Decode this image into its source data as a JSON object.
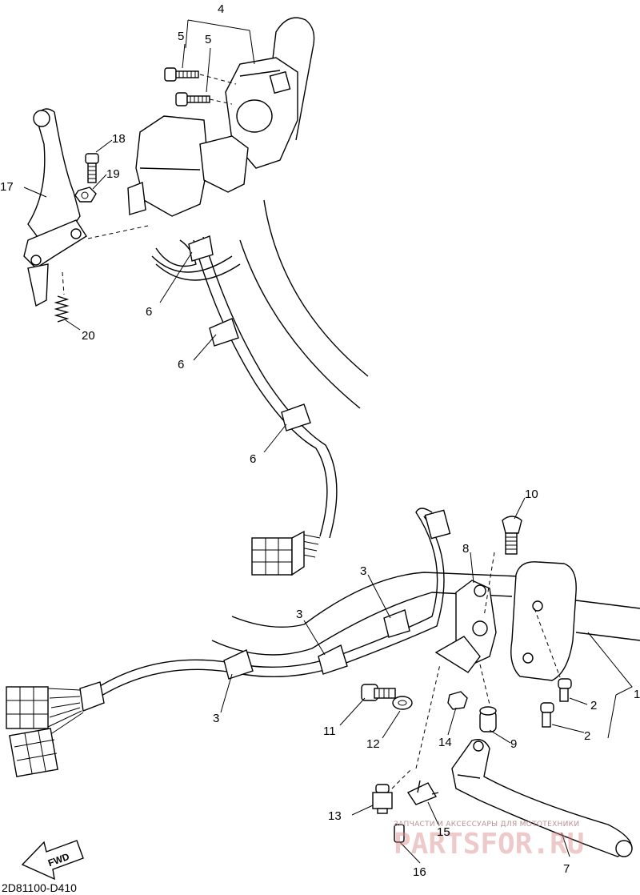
{
  "diagram": {
    "drawing_code": "2D81100-D410",
    "direction_arrow": "FWD",
    "callouts": [
      {
        "id": "c4",
        "text": "4"
      },
      {
        "id": "c5a",
        "text": "5"
      },
      {
        "id": "c5b",
        "text": "5"
      },
      {
        "id": "c18",
        "text": "18"
      },
      {
        "id": "c19",
        "text": "19"
      },
      {
        "id": "c17",
        "text": "17"
      },
      {
        "id": "c20",
        "text": "20"
      },
      {
        "id": "c6a",
        "text": "6"
      },
      {
        "id": "c6b",
        "text": "6"
      },
      {
        "id": "c6c",
        "text": "6"
      },
      {
        "id": "c10",
        "text": "10"
      },
      {
        "id": "c8",
        "text": "8"
      },
      {
        "id": "c3a",
        "text": "3"
      },
      {
        "id": "c3b",
        "text": "3"
      },
      {
        "id": "c3c",
        "text": "3"
      },
      {
        "id": "c1",
        "text": "1"
      },
      {
        "id": "c2a",
        "text": "2"
      },
      {
        "id": "c2b",
        "text": "2"
      },
      {
        "id": "c11",
        "text": "11"
      },
      {
        "id": "c12",
        "text": "12"
      },
      {
        "id": "c14",
        "text": "14"
      },
      {
        "id": "c9",
        "text": "9"
      },
      {
        "id": "c13",
        "text": "13"
      },
      {
        "id": "c15",
        "text": "15"
      },
      {
        "id": "c16",
        "text": "16"
      },
      {
        "id": "c7",
        "text": "7"
      }
    ],
    "watermark": {
      "caption": "ЗАПЧАСТИ И АКСЕССУАРЫ ДЛЯ МОТОТЕХНИКИ",
      "logo_text": "PARTSFOR.RU"
    }
  }
}
